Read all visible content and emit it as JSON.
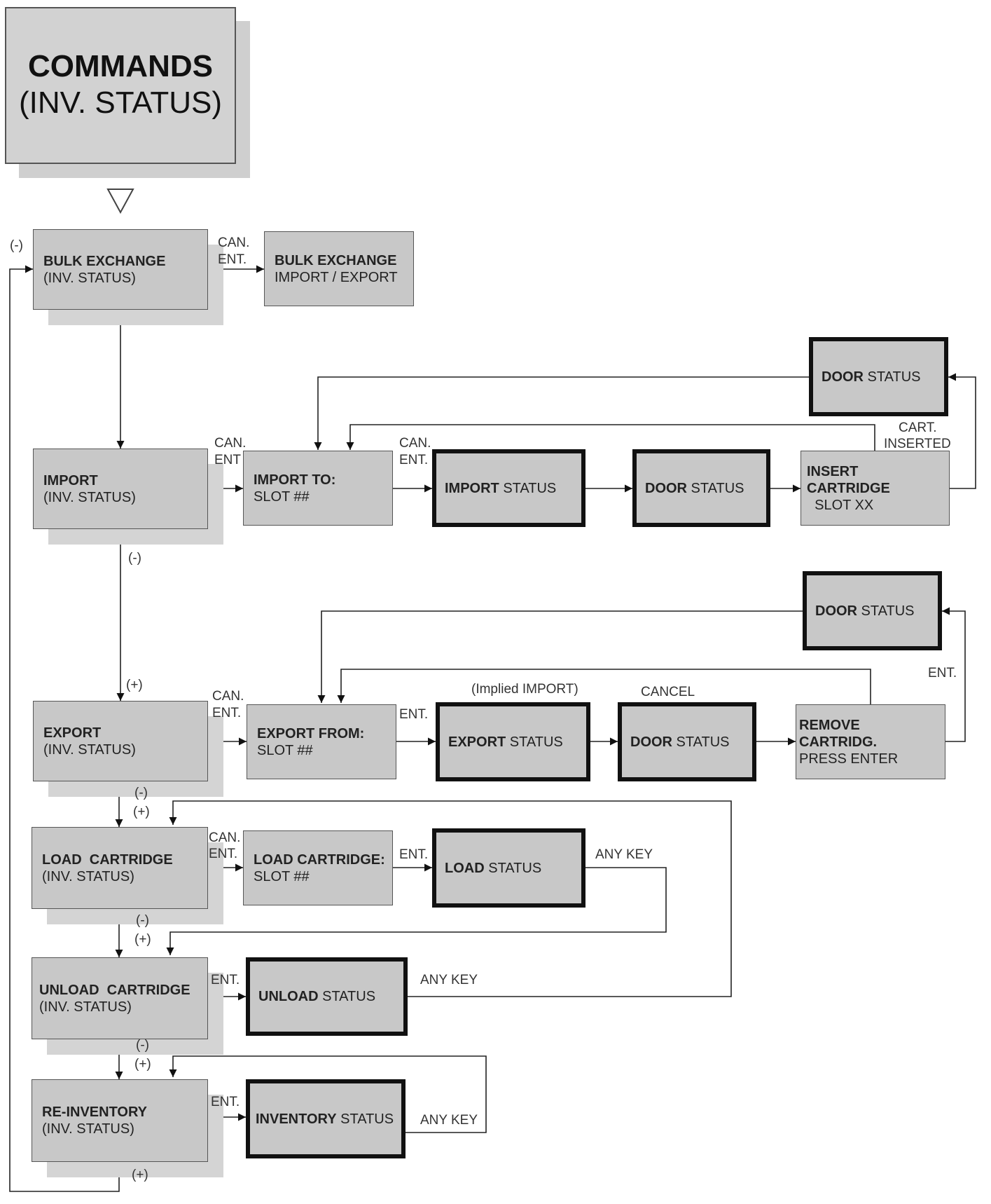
{
  "title": {
    "line1": "COMMANDS",
    "line2": "(INV. STATUS)"
  },
  "nodes": {
    "bulk_exchange": {
      "l1": "BULK EXCHANGE",
      "l2": "(INV. STATUS)"
    },
    "bulk_exchange_ie": {
      "l1": "BULK EXCHANGE",
      "l2": "IMPORT / EXPORT"
    },
    "import": {
      "l1": "IMPORT",
      "l2": "(INV. STATUS)"
    },
    "import_to": {
      "l1": "IMPORT TO:",
      "l2": "SLOT ##"
    },
    "import_status": {
      "b": "IMPORT",
      "r": " STATUS"
    },
    "door_status_1": {
      "b": "DOOR",
      "r": "  STATUS"
    },
    "insert_cartridge": {
      "l1": "INSERT",
      "l2": "CARTRIDGE",
      "l3": "  SLOT XX"
    },
    "door_status_top1": {
      "b": "DOOR",
      "r": "  STATUS"
    },
    "door_status_top2": {
      "b": "DOOR",
      "r": "  STATUS"
    },
    "export": {
      "l1": "EXPORT",
      "l2": "(INV. STATUS)"
    },
    "export_from": {
      "l1": "EXPORT FROM:",
      "l2": "SLOT ##"
    },
    "export_status": {
      "b": "EXPORT",
      "r": " STATUS"
    },
    "door_status_2": {
      "b": "DOOR",
      "r": "  STATUS"
    },
    "remove_cartridge": {
      "l1": "REMOVE",
      "l2": "CARTRIDG.",
      "l3": "PRESS ENTER"
    },
    "load_cartridge": {
      "l1": "LOAD  CARTRIDGE",
      "l2": "(INV. STATUS)"
    },
    "load_cartridge_slot": {
      "l1": "LOAD CARTRIDGE:",
      "l2": "SLOT ##"
    },
    "load_status": {
      "b": "LOAD",
      "r": " STATUS"
    },
    "unload_cartridge": {
      "l1": "UNLOAD  CARTRIDGE",
      "l2": "(INV. STATUS)"
    },
    "unload_status": {
      "b": "UNLOAD",
      "r": " STATUS"
    },
    "re_inventory": {
      "l1": "RE-INVENTORY",
      "l2": "(INV. STATUS)"
    },
    "inventory_status": {
      "b": "INVENTORY",
      "r": " STATUS"
    }
  },
  "labels": {
    "minus": "(-)",
    "plus": "(+)",
    "can": "CAN.",
    "ent": "ENT.",
    "ent_short": "ENT",
    "cart_inserted_1": "CART.",
    "cart_inserted_2": "INSERTED",
    "implied_import": "(Implied IMPORT)",
    "cancel": "CANCEL",
    "any_key": "ANY KEY"
  }
}
